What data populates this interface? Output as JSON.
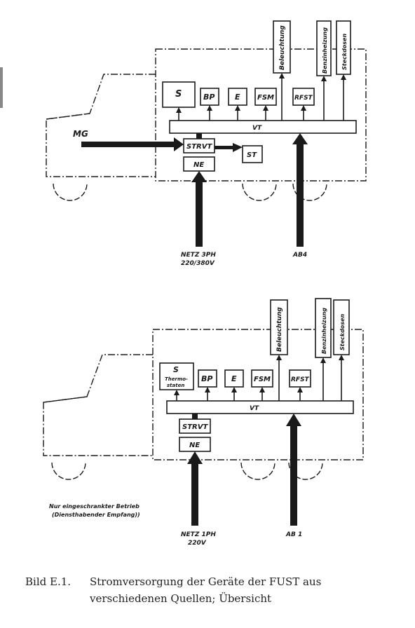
{
  "top": {
    "boxes": {
      "s": "S",
      "bp": "BP",
      "e": "E",
      "fsm": "FSM",
      "rfst": "RFST",
      "vt": "VT",
      "strvt": "STRVT",
      "ne": "NE",
      "st": "ST",
      "beleuchtung": "Beleuchtung",
      "benzinheizung": "Benzinheizung",
      "steckdosen": "Steckdosen"
    },
    "mg": "MG",
    "netz_line1": "NETZ 3PH",
    "netz_line2": "220/380V",
    "ab": "AB4"
  },
  "bottom": {
    "boxes": {
      "s": "S",
      "s_sub1": "Thermo-",
      "s_sub2": "staten",
      "bp": "BP",
      "e": "E",
      "fsm": "FSM",
      "rfst": "RFST",
      "vt": "VT",
      "strvt": "STRVT",
      "ne": "NE",
      "beleuchtung": "Beleuchtung",
      "benzinheizung": "Benzinheizung",
      "steckdosen": "Steckdosen"
    },
    "note_line1": "Nur eingeschrankter Betrieb",
    "note_line2": "(Diensthabender Empfang))",
    "netz_line1": "NETZ 1PH",
    "netz_line2": "220V",
    "ab": "AB 1"
  },
  "caption": {
    "number": "Bild E.1.",
    "line1": "Stromversorgung der Geräte der FUST aus",
    "line2": "verschiedenen Quellen; Übersicht"
  }
}
